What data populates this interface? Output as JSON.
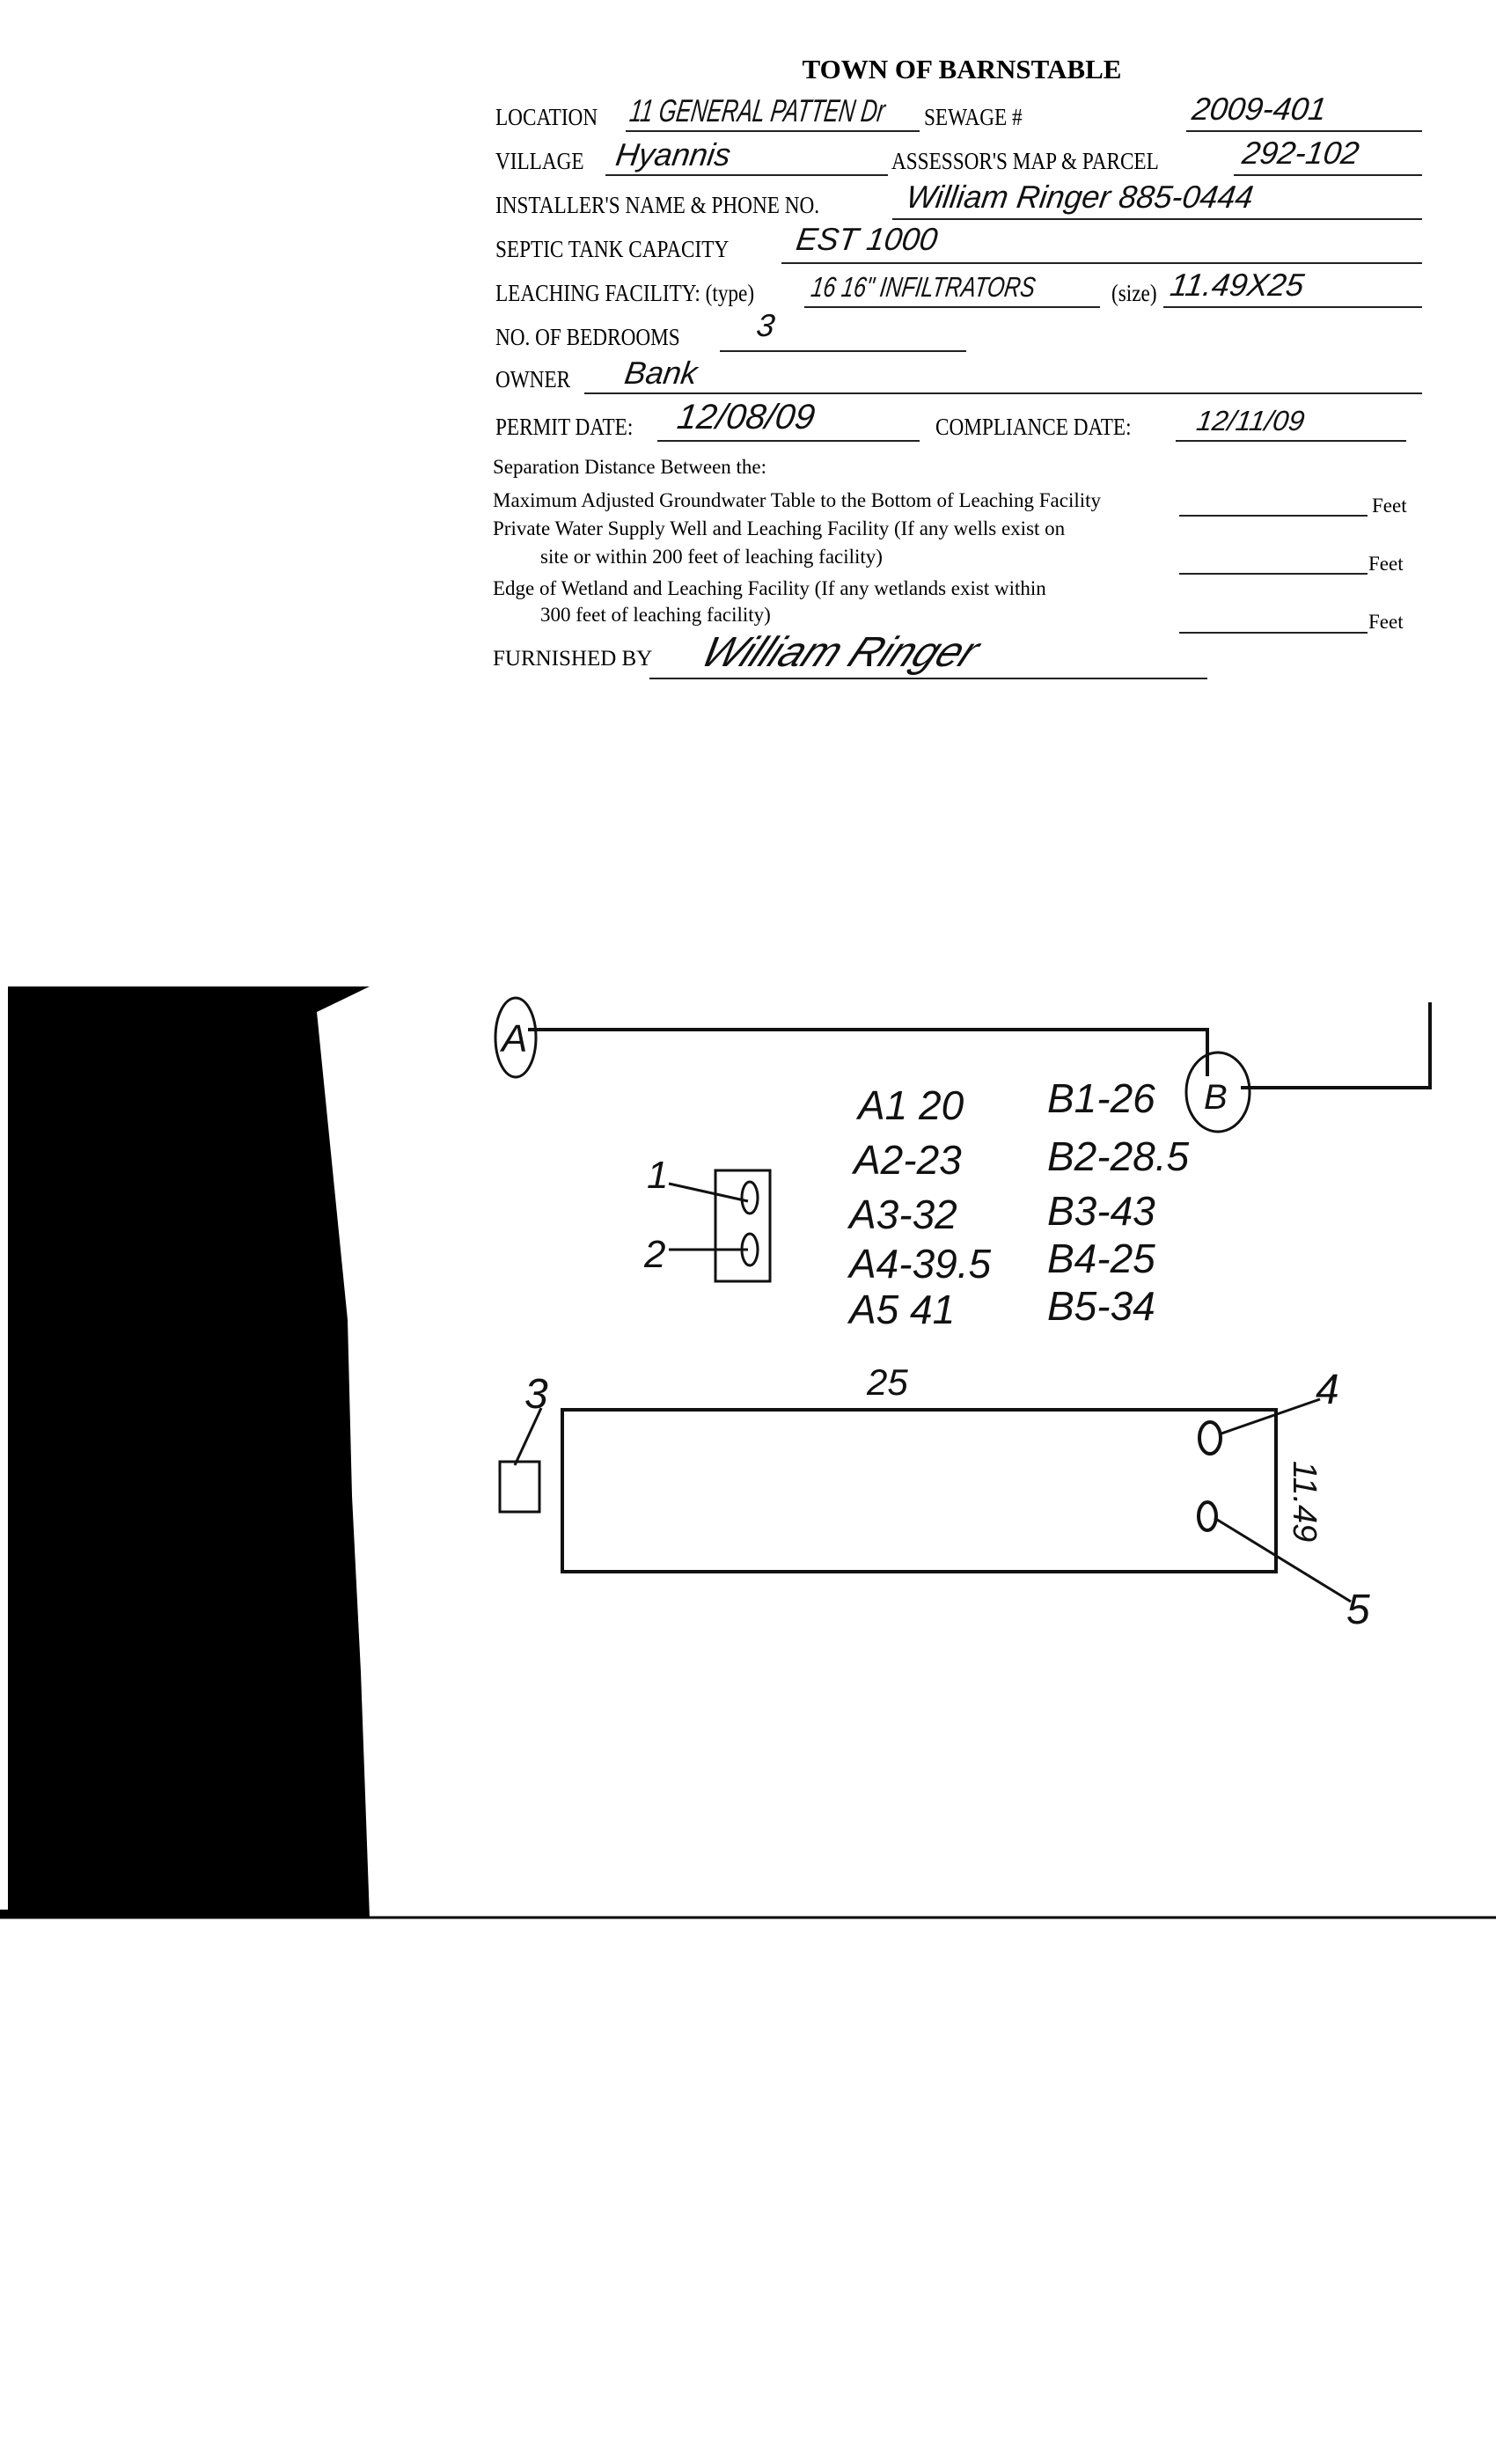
{
  "form": {
    "title": "TOWN OF BARNSTABLE",
    "location_label": "LOCATION",
    "location_value": "11 GENERAL PATTEN Dr",
    "sewage_label": "SEWAGE #",
    "sewage_value": "2009-401",
    "village_label": "VILLAGE",
    "village_value": "Hyannis",
    "map_parcel_label": "ASSESSOR'S MAP & PARCEL",
    "map_parcel_value": "292-102",
    "installer_label": "INSTALLER'S NAME & PHONE NO.",
    "installer_value": "William Ringer 885-0444",
    "septic_label": "SEPTIC TANK CAPACITY",
    "septic_value": "EST 1000",
    "leaching_label": "LEACHING FACILITY: (type)",
    "leaching_type_value": "16 16\" INFILTRATORS",
    "size_label": "(size)",
    "size_value": "11.49X25",
    "bedrooms_label": "NO. OF BEDROOMS",
    "bedrooms_value": "3",
    "owner_label": "OWNER",
    "owner_value": "Bank",
    "permit_label": "PERMIT DATE:",
    "permit_value": "12/08/09",
    "compliance_label": "COMPLIANCE DATE:",
    "compliance_value": "12/11/09",
    "separation_heading": "Separation Distance Between the:",
    "sep1": "Maximum Adjusted Groundwater Table to the Bottom of Leaching Facility",
    "sep2a": "Private Water Supply Well and Leaching Facility (If any wells exist on",
    "sep2b": "site or within 200 feet of leaching facility)",
    "sep3a": "Edge of Wetland and Leaching Facility (If any wetlands exist within",
    "sep3b": "300 feet of leaching facility)",
    "feet_label": "Feet",
    "furnished_label": "FURNISHED BY",
    "furnished_signature": "William Ringer"
  },
  "sketch": {
    "point_a": "A",
    "point_b": "B",
    "a_readings": [
      "A1 20",
      "A2-23",
      "A3-32",
      "A4-39.5",
      "A5 41"
    ],
    "b_readings": [
      "B1-26",
      "B2-28.5",
      "B3-43",
      "B4-25",
      "B5-34"
    ],
    "label_1": "1",
    "label_2": "2",
    "label_3": "3",
    "label_4": "4",
    "label_5": "5",
    "length": "25",
    "width": "11.49"
  }
}
